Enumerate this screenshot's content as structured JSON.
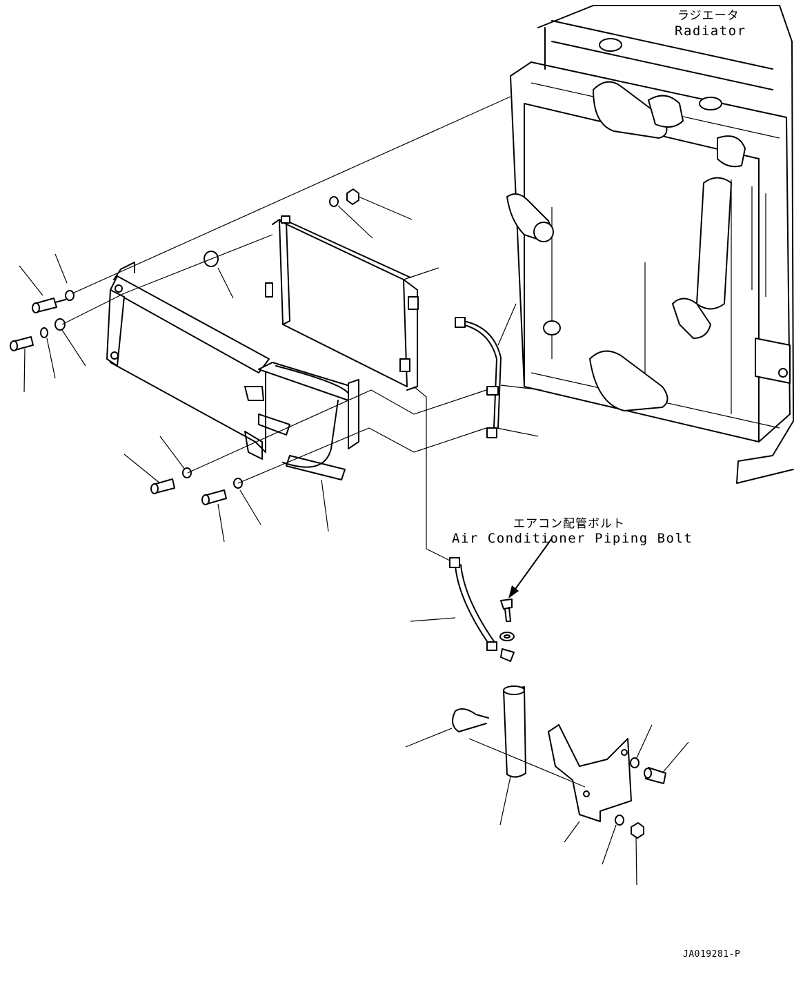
{
  "labels": {
    "radiator_jp": "ラジエータ",
    "radiator_en": "Radiator",
    "ac_bolt_jp": "エアコン配管ボルト",
    "ac_bolt_en": "Air Conditioner Piping Bolt"
  },
  "drawing_code": "JA019281-P"
}
